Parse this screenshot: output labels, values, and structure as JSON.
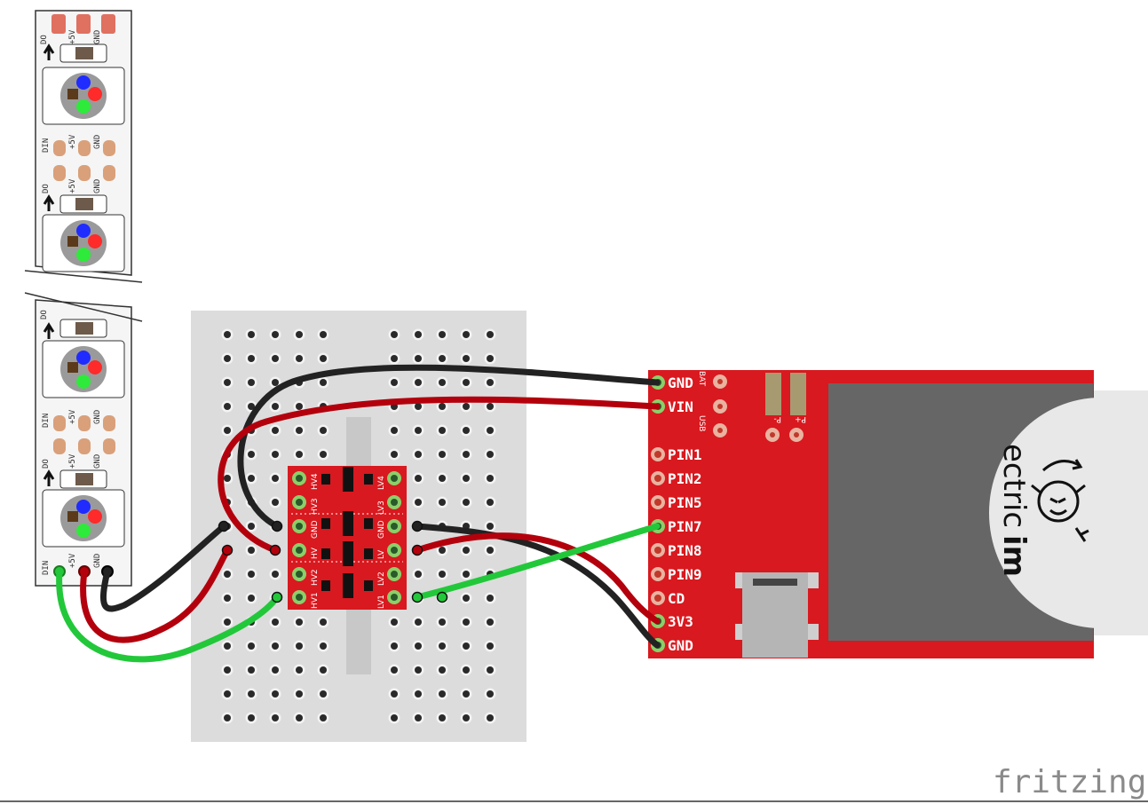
{
  "brand": {
    "logo_text": "fritzing"
  },
  "led_strip": {
    "pad_labels_top": [
      "DO",
      "+5V",
      "GND"
    ],
    "pad_labels_mid": [
      "DIN",
      "+5V",
      "GND"
    ],
    "pad_labels_bottom": [
      "DIN",
      "+5V",
      "GND"
    ]
  },
  "level_shifter": {
    "left_labels": [
      "HV4",
      "HV3",
      "GND",
      "HV",
      "HV2",
      "HV1"
    ],
    "right_labels": [
      "LV4",
      "LV3",
      "GND",
      "LV",
      "LV2",
      "LV1"
    ]
  },
  "imp_board": {
    "top_small_labels": [
      "BAT",
      "USB"
    ],
    "pad_labels": [
      "P-",
      "P+"
    ],
    "pins": [
      "GND",
      "VIN",
      "PIN1",
      "PIN2",
      "PIN5",
      "PIN7",
      "PIN8",
      "PIN9",
      "CD",
      "3V3",
      "GND"
    ],
    "card_text_1": "ectric",
    "card_text_2": "im"
  },
  "colors": {
    "wire_black": "#222222",
    "wire_red": "#b3000c",
    "wire_green": "#22c83a",
    "board_red": "#d8191f",
    "breadboard": "#dcdcdc",
    "strip_bg": "#f5f5f5",
    "pad_copper": "#d9a07a"
  }
}
